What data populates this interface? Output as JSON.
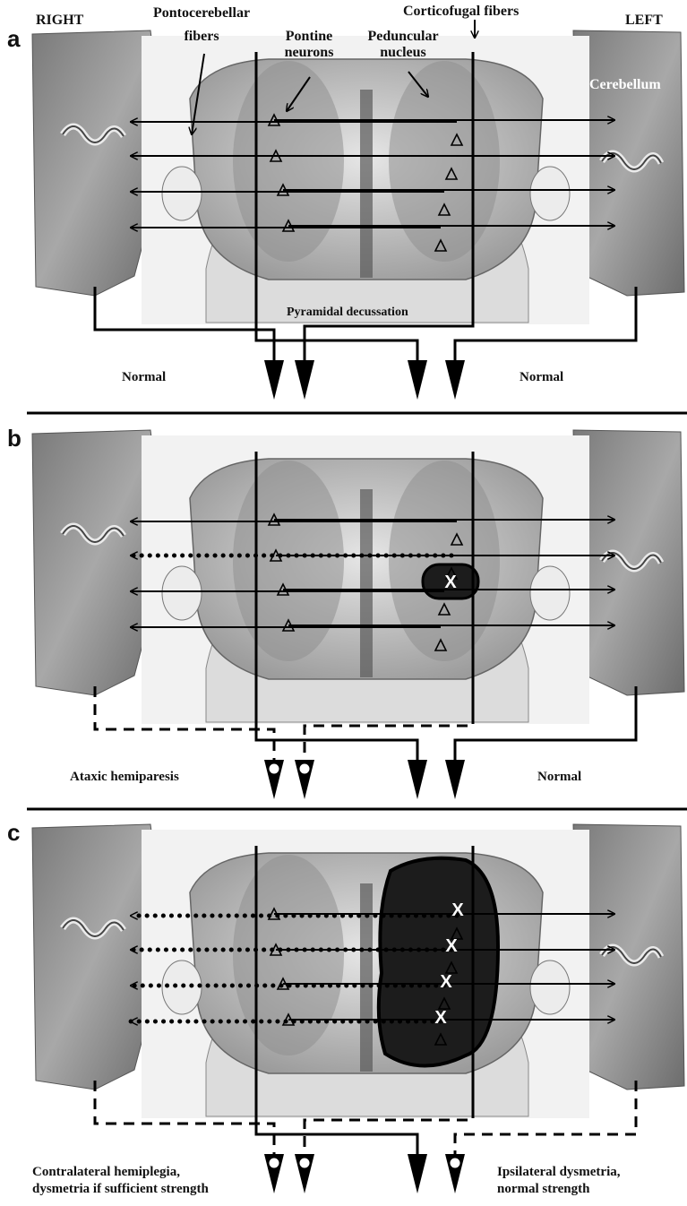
{
  "top_labels": {
    "right": "RIGHT",
    "left": "LEFT",
    "pontocerebellar": [
      "Pontocerebellar",
      "fibers"
    ],
    "corticofugal": "Corticofugal fibers",
    "pontine": [
      "Pontine",
      "neurons"
    ],
    "peduncular": [
      "Peduncular",
      "nucleus"
    ],
    "cerebellum": "Cerebellum",
    "pyramidal": "Pyramidal decussation"
  },
  "panels": [
    {
      "letter": "a",
      "left_caption": [
        "Normal"
      ],
      "right_caption": [
        "Normal"
      ]
    },
    {
      "letter": "b",
      "left_caption": [
        "Ataxic hemiparesis"
      ],
      "right_caption": [
        "Normal"
      ]
    },
    {
      "letter": "c",
      "left_caption": [
        "Contralateral hemiplegia,",
        "dysmetria if sufficient strength"
      ],
      "right_caption": [
        "Ipsilateral dysmetria,",
        "normal strength"
      ]
    }
  ],
  "lesion_mark": "X",
  "colors": {
    "line": "#000000",
    "lesion": "#1c1c1c",
    "tissue": "#9a9a9a",
    "pons": "#c9c9c9"
  }
}
